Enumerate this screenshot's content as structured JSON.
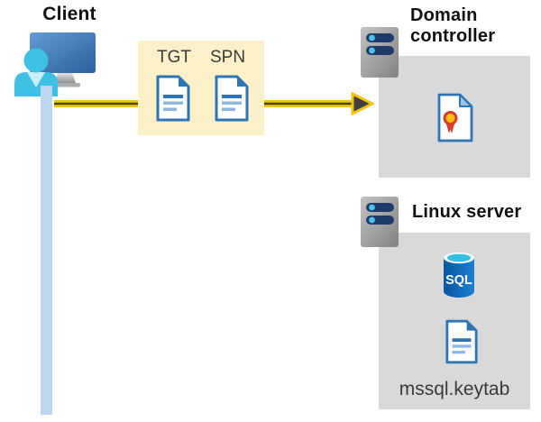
{
  "diagram": {
    "client": {
      "label": "Client"
    },
    "ticket_box": {
      "tgt_label": "TGT",
      "spn_label": "SPN",
      "tgt_icon": "document-icon",
      "spn_icon": "document-icon"
    },
    "arrow": {
      "direction": "client-to-domain-controller"
    },
    "domain_controller": {
      "label": "Domain controller",
      "server_icon": "server-icon",
      "certificate_icon": "certificate-icon"
    },
    "linux_server": {
      "label": "Linux server",
      "server_icon": "server-icon",
      "sql_icon_label": "SQL",
      "keytab_label": "mssql.keytab",
      "keytab_icon": "document-icon"
    }
  },
  "colors": {
    "ticket_box_yellow": "#fbf0c7",
    "arrow_yellow": "#f2c511",
    "arrow_core_dark": "#4a4400",
    "arrowhead_gray": "#3f3f3f",
    "panel_gray": "#d9d9d9",
    "document_blue": "#2e75b6",
    "document_line_light": "#8fb8e0",
    "certificate_red": "#d93c31",
    "certificate_gold": "#ffc20e",
    "sql_body_blue": "#1268b3",
    "sql_top_cyan": "#32bedd",
    "server_bar_navy": "#1e3a68",
    "server_dot_cyan": "#4ec3e9",
    "person_cyan": "#3fc1e6",
    "monitor_blue": "#3f77b5",
    "band_blue": "#bdd7f0"
  }
}
